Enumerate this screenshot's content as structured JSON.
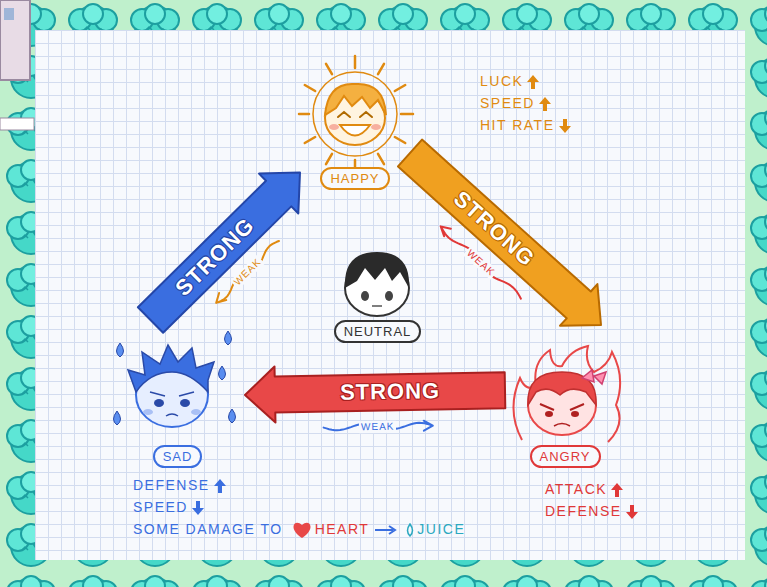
{
  "diagram": {
    "nodes": [
      {
        "text": [
          "HAPPY"
        ]
      },
      {
        "text": [
          "NEUTRAL"
        ]
      },
      {
        "text": [
          "SAD"
        ]
      },
      {
        "text": [
          "ANGRY"
        ]
      }
    ],
    "edges": [
      {
        "from": 2,
        "to": 0,
        "label": "STRONG",
        "arrow": "to"
      },
      {
        "from": 0,
        "to": 2,
        "label": "WEAK",
        "arrow": "to"
      },
      {
        "from": 0,
        "to": 3,
        "label": "STRONG",
        "arrow": "to"
      },
      {
        "from": 3,
        "to": 0,
        "label": "WEAK",
        "arrow": "to"
      },
      {
        "from": 3,
        "to": 2,
        "label": "STRONG",
        "arrow": "to"
      },
      {
        "from": 2,
        "to": 3,
        "label": "WEAK",
        "arrow": "to"
      }
    ],
    "labels": [
      "LUCK",
      "SPEED",
      "HIT RATE",
      "DEFENSE",
      "SPEED",
      "SOME DAMAGE TO",
      "HEART",
      "JUICE",
      "ATTACK",
      "DEFENSE"
    ]
  }
}
